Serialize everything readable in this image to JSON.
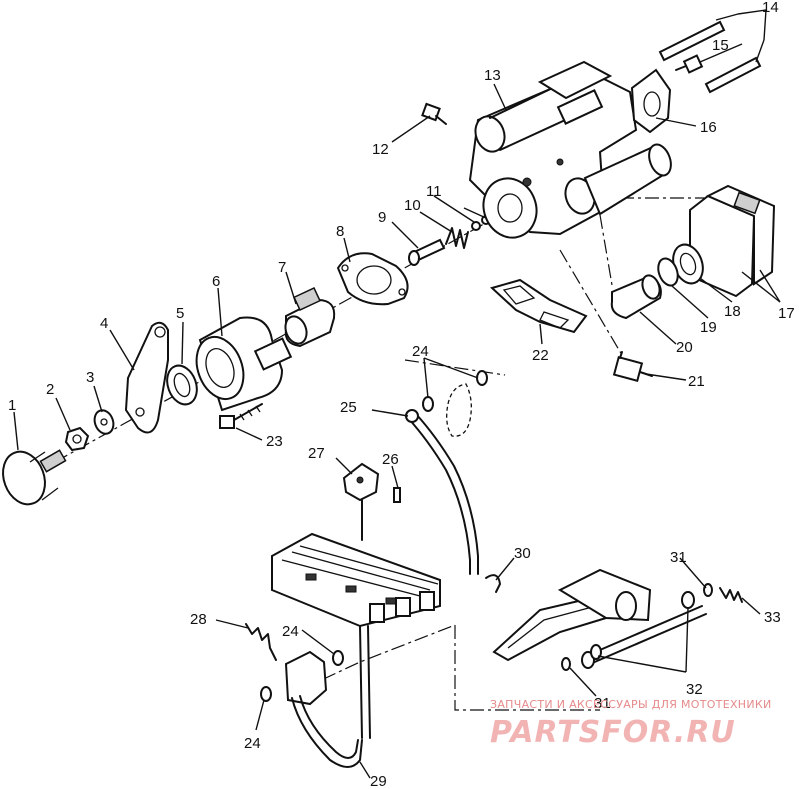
{
  "diagram": {
    "callouts": {
      "c1": "1",
      "c2": "2",
      "c3": "3",
      "c4": "4",
      "c5": "5",
      "c6": "6",
      "c7": "7",
      "c8": "8",
      "c9": "9",
      "c10": "10",
      "c11": "11",
      "c12": "12",
      "c13": "13",
      "c14": "14",
      "c15": "15",
      "c16": "16",
      "c17": "17",
      "c18": "18",
      "c19": "19",
      "c20": "20",
      "c21": "21",
      "c22": "22",
      "c23": "23",
      "c24a": "24",
      "c24b": "24",
      "c24c": "24",
      "c25": "25",
      "c26": "26",
      "c27": "27",
      "c28": "28",
      "c29": "29",
      "c30": "30",
      "c31a": "31",
      "c31b": "31",
      "c32": "32",
      "c33": "33"
    },
    "watermark": {
      "tagline": "ЗАПЧАСТИ И АКСЕССУАРЫ ДЛЯ МОТОТЕХНИКИ",
      "brand": "PARTSFOR.RU"
    }
  }
}
